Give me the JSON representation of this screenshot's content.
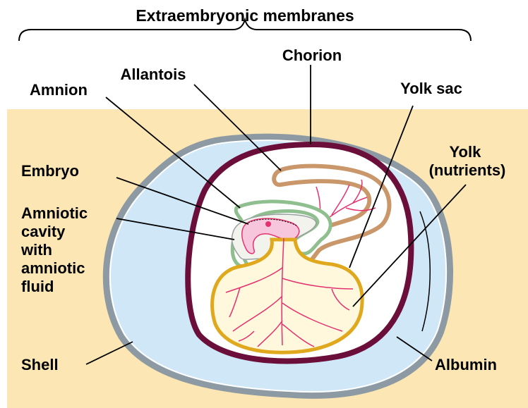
{
  "title": "Extraembryonic membranes",
  "labels": {
    "chorion": "Chorion",
    "allantois": "Allantois",
    "amnion": "Amnion",
    "yolk_sac": "Yolk sac",
    "yolk": [
      "Yolk",
      "(nutrients)"
    ],
    "embryo": "Embryo",
    "amniotic_cavity": [
      "Amniotic",
      "cavity",
      "with",
      "amniotic",
      "fluid"
    ],
    "shell": "Shell",
    "albumin": "Albumin"
  },
  "colors": {
    "background": "#fbe6b4",
    "albumin": "#cfe7f7",
    "shell": "#8d9aa3",
    "chorion": "#6b0f3a",
    "allantois": "#c9976a",
    "amnion": "#8fbf8f",
    "yolk_sac": "#e0a81d",
    "yolk": "#fff8dc",
    "blood_vessels": "#e5316f",
    "embryo": "#f7c6dc"
  }
}
